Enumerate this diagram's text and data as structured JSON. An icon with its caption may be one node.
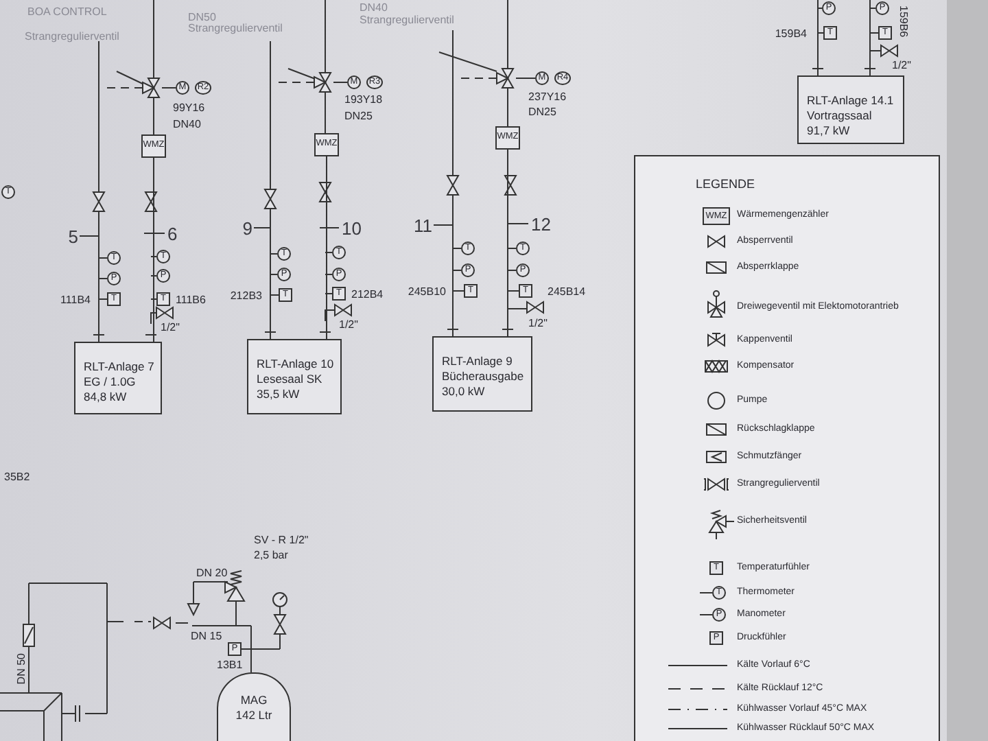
{
  "diagram": {
    "nodes": [
      {
        "text": [
          "RLT-Anlage 14.1",
          "Vortragssaal",
          "91,7 kW"
        ]
      },
      {
        "text": [
          "WMZ"
        ]
      },
      {
        "text": [
          "WMZ"
        ]
      },
      {
        "text": [
          "WMZ"
        ]
      },
      {
        "text": [
          "RLT-Anlage 7",
          "EG / 1.0G",
          "84,8 kW"
        ]
      },
      {
        "text": [
          "RLT-Anlage 10",
          "Lesesaal SK",
          "35,5 kW"
        ]
      },
      {
        "text": [
          "RLT-Anlage 9",
          "Bücherausgabe",
          "30,0 kW"
        ]
      },
      {
        "text": [
          "MAG",
          "142 Ltr"
        ]
      }
    ],
    "edges": [
      {
        "from": 1,
        "to": 4,
        "arrow": "none"
      },
      {
        "from": 2,
        "to": 5,
        "arrow": "none"
      },
      {
        "from": 3,
        "to": 6,
        "arrow": "none"
      }
    ],
    "labels": [
      "BOA CONTROL",
      "DN40",
      "DN50",
      "Strangregulierventil",
      "Strangregulierventil",
      "Strangregulierventil",
      "M",
      "R4",
      "M",
      "R3",
      "M",
      "R2",
      "237Y16",
      "DN25",
      "193Y18",
      "DN25",
      "99Y16",
      "DN40",
      "P",
      "P",
      "159B6",
      "159B4",
      "T",
      "T",
      "1/2\"",
      "T",
      "5",
      "6",
      "9",
      "10",
      "11",
      "12",
      "T",
      "T",
      "T",
      "T",
      "T",
      "T",
      "P",
      "P",
      "P",
      "P",
      "P",
      "P",
      "T",
      "T",
      "T",
      "T",
      "T",
      "T",
      "111B4",
      "111B6",
      "212B3",
      "212B4",
      "245B10",
      "245B14",
      "1/2\"",
      "1/2\"",
      "1/2\"",
      "35B2",
      "SV - R 1/2\"",
      "2,5 bar",
      "DN 20",
      "DN 15",
      "P",
      "13B1",
      "DN 50",
      "LEGENDE",
      "WMZ",
      "T",
      "T",
      "P",
      "P"
    ],
    "legend": [
      {
        "text": "Wärmemengenzähler"
      },
      {
        "text": "Absperrventil"
      },
      {
        "text": "Absperrklappe"
      },
      {
        "text": "Dreiwegeventil mit Elektomotorantrieb"
      },
      {
        "text": "Kappenventil"
      },
      {
        "text": "Kompensator"
      },
      {
        "text": "Pumpe"
      },
      {
        "text": "Rückschlagklappe"
      },
      {
        "text": "Schmutzfänger"
      },
      {
        "text": "Strangregulierventil"
      },
      {
        "text": "Sicherheitsventil"
      },
      {
        "text": "Temperaturfühler"
      },
      {
        "text": "Thermometer"
      },
      {
        "text": "Manometer"
      },
      {
        "text": "Druckfühler"
      },
      {
        "text": "Kälte Vorlauf 6°C"
      },
      {
        "text": "Kälte Rücklauf 12°C"
      },
      {
        "text": "Kühlwasser Vorlauf 45°C MAX"
      },
      {
        "text": "Kühlwasser Rücklauf 50°C MAX"
      }
    ]
  }
}
